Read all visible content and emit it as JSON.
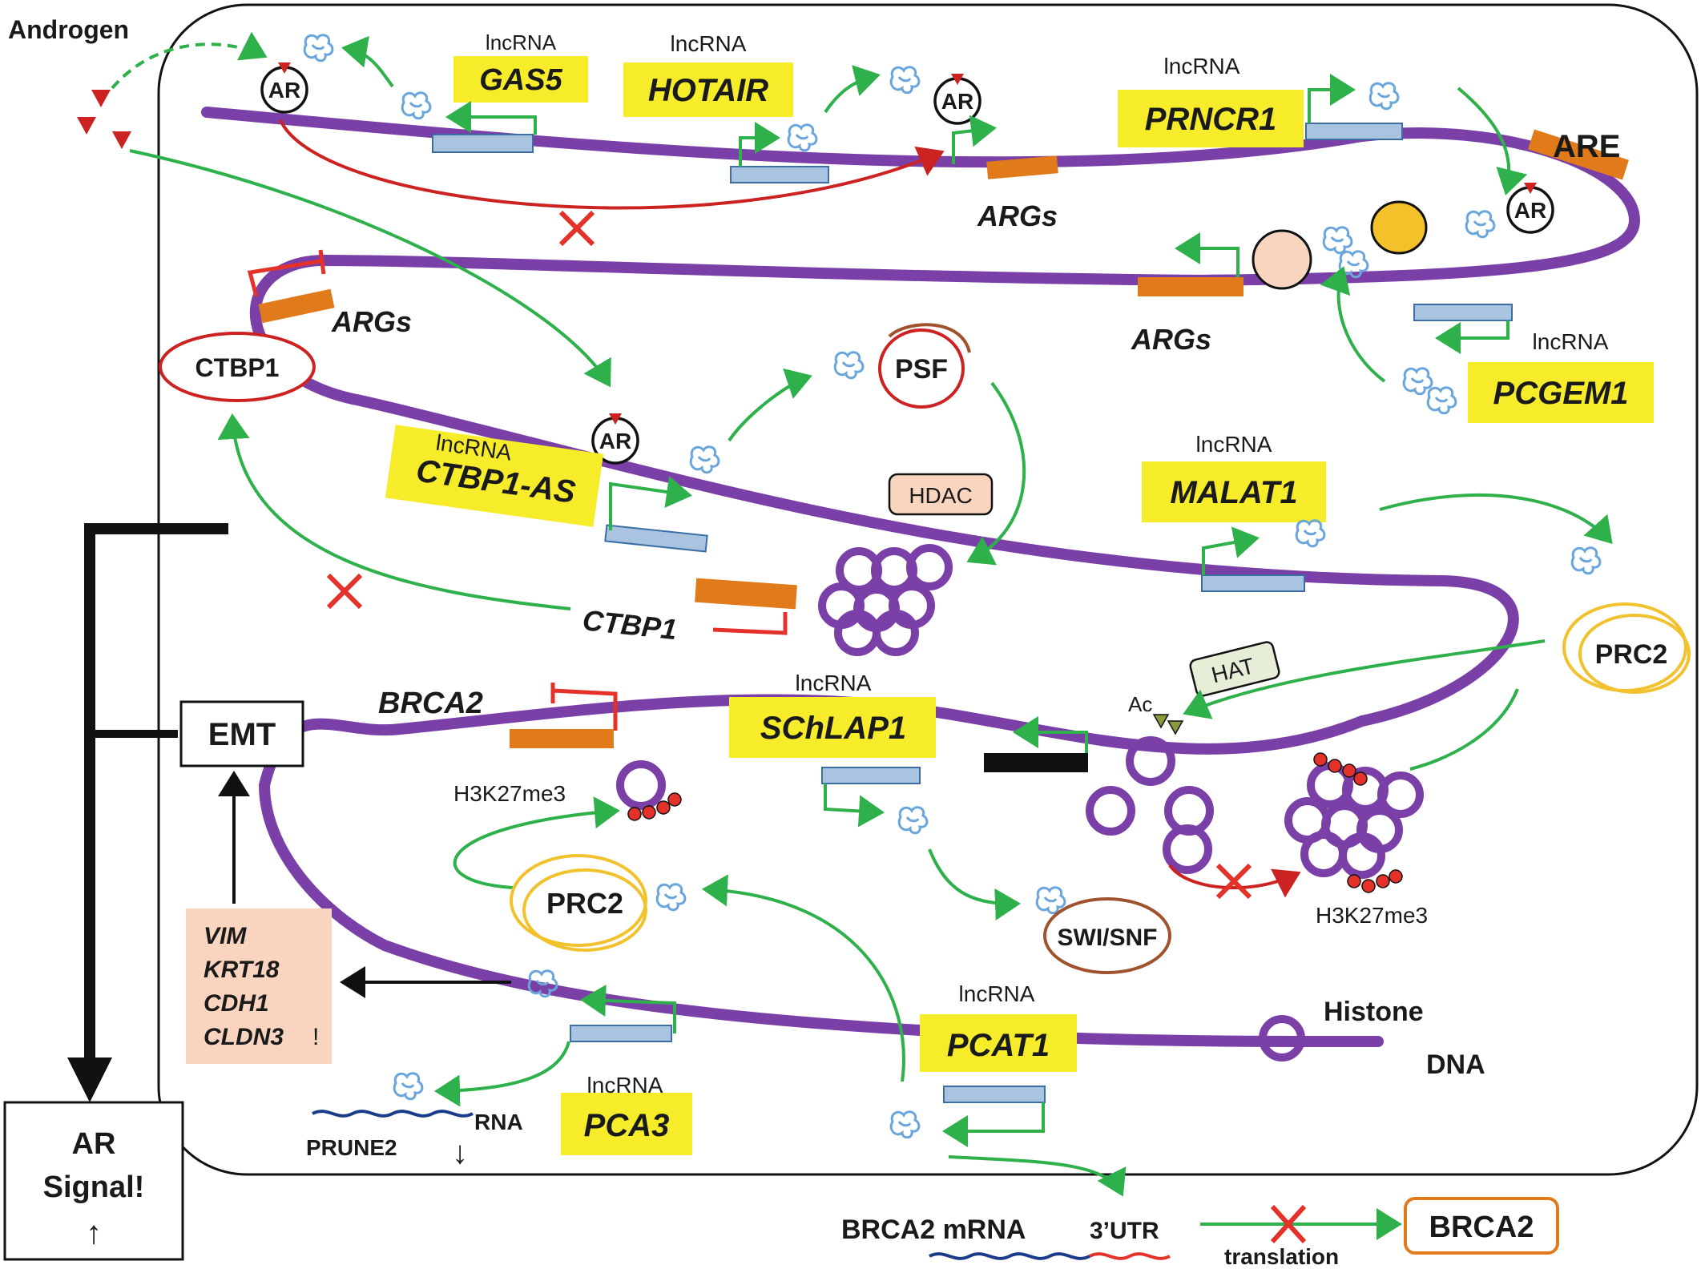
{
  "labels": {
    "androgen": "Androgen",
    "lnc": "lncRNA",
    "gas5": "GAS5",
    "hotair": "HOTAIR",
    "prncr1": "PRNCR1",
    "pcgem1": "PCGEM1",
    "ctbp1_as": "CTBP1-AS",
    "malat1": "MALAT1",
    "schlap1": "SChLAP1",
    "pcat1": "PCAT1",
    "pca3": "PCA3",
    "ar": "AR",
    "are": "ARE",
    "args": "ARGs",
    "ctbp1": "CTBP1",
    "psf": "PSF",
    "hdac": "HDAC",
    "hat": "HAT",
    "prc2": "PRC2",
    "ac": "Ac",
    "brca2": "BRCA2",
    "h3k27me3": "H3K27me3",
    "swi_snf": "SWI/SNF",
    "emt": "EMT",
    "vim": "VIM",
    "krt18": "KRT18",
    "cdh1": "CDH1",
    "cldn3": "CLDN3",
    "excl": "!",
    "histone": "Histone",
    "dna": "DNA",
    "rna": "RNA",
    "prune2": "PRUNE2",
    "ar_signal_1": "AR",
    "ar_signal_2": "Signal!",
    "up_arrow": "↑",
    "down_arrow": "↓",
    "brca2_mrna": "BRCA2 mRNA",
    "utr": "3’UTR",
    "translation": "translation"
  },
  "colors": {
    "dna": "#7b3fa8",
    "lnc_box": "#f7ec2a",
    "gene_orange": "#e07a1a",
    "gene_blue": "#a9c4e0",
    "green": "#2eb04b",
    "red": "#cc2222",
    "rna_blue": "#6aa6dc",
    "prc2_yellow": "#f2c22e",
    "pink_box": "#f9d5c0",
    "hat_box": "#e6eed8",
    "swi_brown": "#a0522d"
  }
}
